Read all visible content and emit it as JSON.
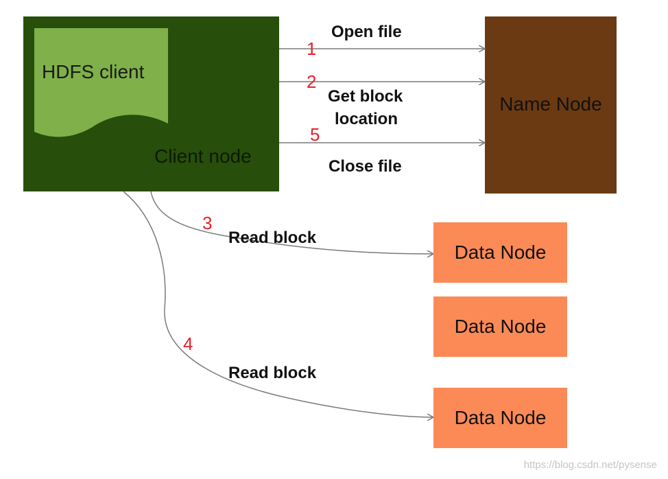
{
  "client_node": {
    "hdfs_client_label": "HDFS client",
    "label": "Client node"
  },
  "name_node": {
    "label": "Name Node"
  },
  "data_nodes": [
    {
      "label": "Data Node"
    },
    {
      "label": "Data Node"
    },
    {
      "label": "Data Node"
    }
  ],
  "edges": {
    "open_file": {
      "num": "1",
      "label": "Open file"
    },
    "get_block_location": {
      "num": "2",
      "label_line1": "Get block",
      "label_line2": "location"
    },
    "close_file": {
      "num": "5",
      "label": "Close file"
    },
    "read_block_1": {
      "num": "3",
      "label": "Read block"
    },
    "read_block_2": {
      "num": "4",
      "label": "Read block"
    }
  },
  "watermark": "https://blog.csdn.net/pysense",
  "colors": {
    "client_node": "#274e0a",
    "hdfs_client": "#7fb04a",
    "name_node": "#6b3a12",
    "data_node": "#fb8a57",
    "step_number": "#e8202a",
    "arrow": "#7a7a7a"
  }
}
